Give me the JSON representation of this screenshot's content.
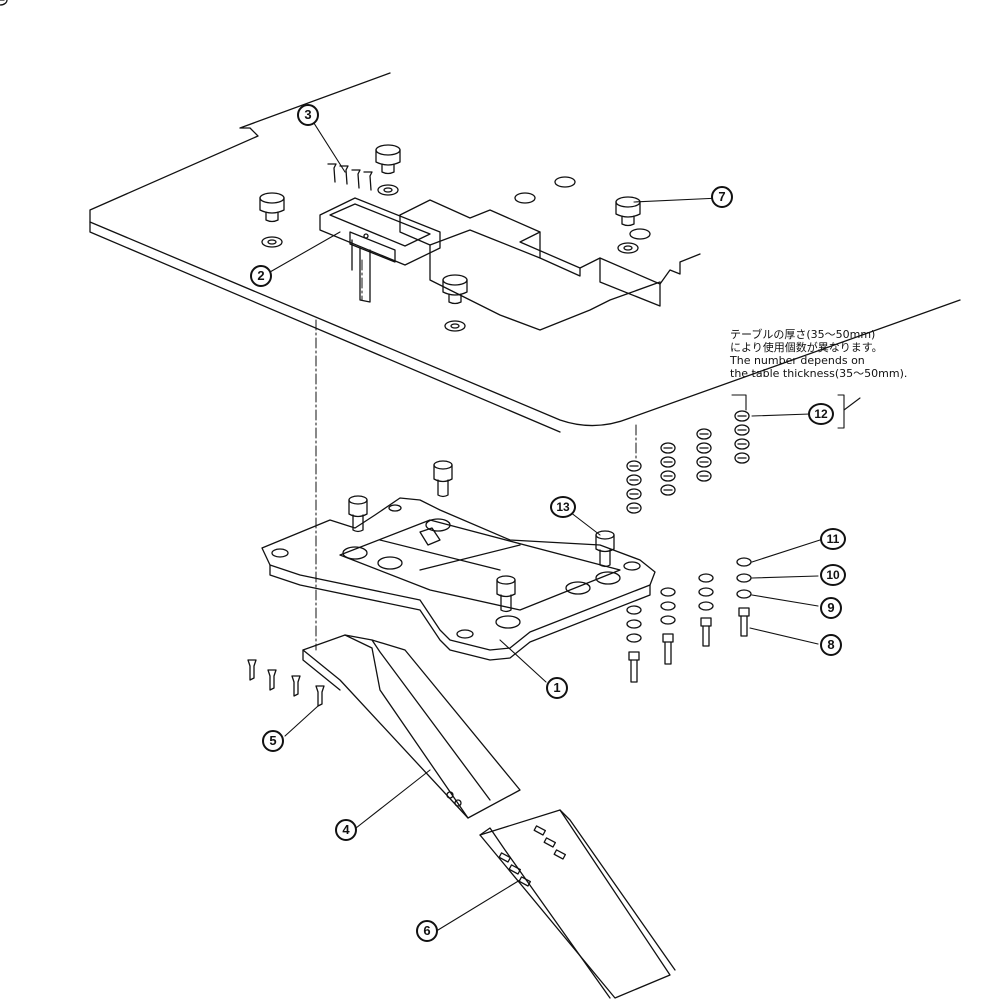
{
  "note": {
    "line1": "テーブルの厚さ(35〜50mm)",
    "line2": "により使用個数が異なります。",
    "line3": "The number depends on",
    "line4": "the table thickness(35〜50mm)."
  },
  "callouts": {
    "c1": "1",
    "c2": "2",
    "c3": "3",
    "c4": "4",
    "c5": "5",
    "c6": "6",
    "c7": "7",
    "c8": "8",
    "c9": "9",
    "c10": "10",
    "c11": "11",
    "c12": "12",
    "c13": "13"
  }
}
